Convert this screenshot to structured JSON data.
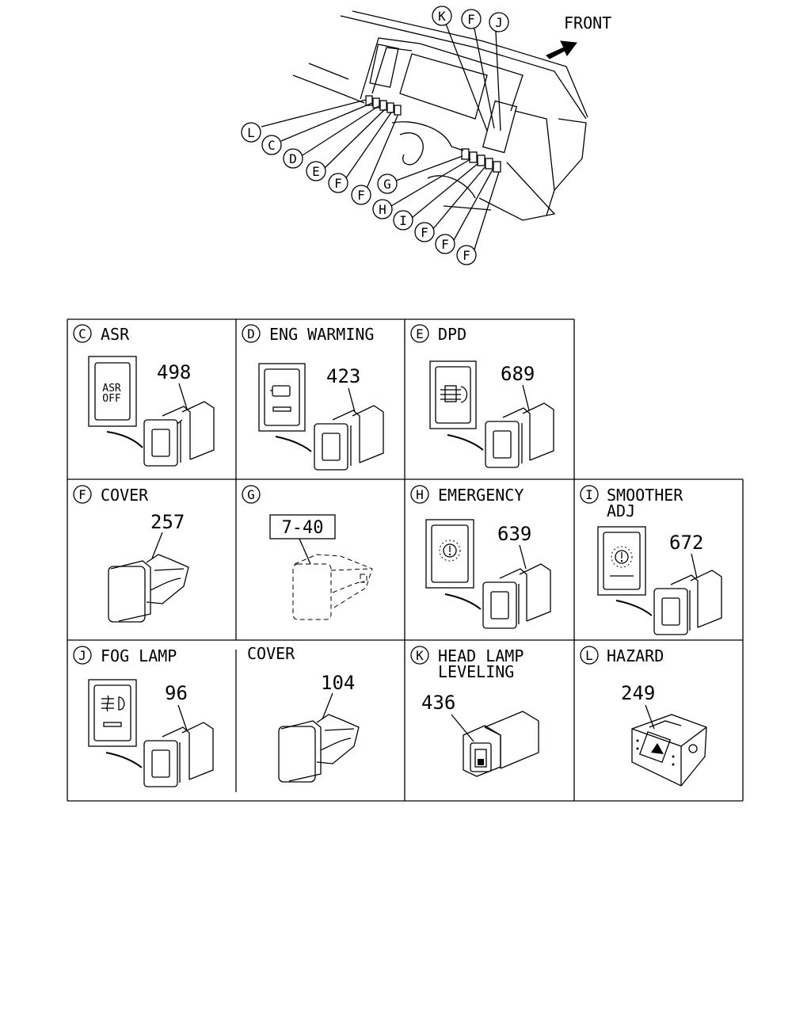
{
  "overview": {
    "front_label": "FRONT",
    "callouts": [
      "L",
      "C",
      "D",
      "E",
      "F",
      "F",
      "G",
      "H",
      "I",
      "F",
      "F",
      "F",
      "K",
      "F",
      "J"
    ]
  },
  "cells": [
    {
      "letter": "C",
      "title": "ASR",
      "title2": "",
      "part": "498",
      "panel_text": [
        "ASR",
        "OFF"
      ]
    },
    {
      "letter": "D",
      "title": "ENG WARMING",
      "title2": "",
      "part": "423"
    },
    {
      "letter": "E",
      "title": "DPD",
      "title2": "",
      "part": "689"
    },
    {
      "letter": "F",
      "title": "COVER",
      "title2": "",
      "part": "257"
    },
    {
      "letter": "G",
      "title": "",
      "title2": "",
      "part": "7-40"
    },
    {
      "letter": "H",
      "title": "EMERGENCY",
      "title2": "",
      "part": "639"
    },
    {
      "letter": "I",
      "title": "SMOOTHER",
      "title2": "ADJ",
      "part": "672"
    },
    {
      "letter": "J",
      "title": "FOG LAMP",
      "title2": "",
      "part": "96"
    },
    {
      "letter": "",
      "title": "COVER",
      "title2": "",
      "part": "104"
    },
    {
      "letter": "K",
      "title": "HEAD LAMP",
      "title2": "LEVELING",
      "part": "436"
    },
    {
      "letter": "L",
      "title": "HAZARD",
      "title2": "",
      "part": "249"
    }
  ]
}
